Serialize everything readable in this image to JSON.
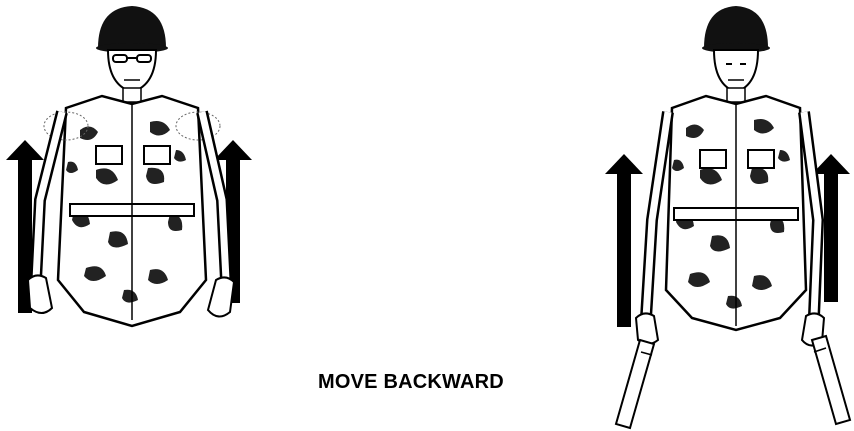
{
  "caption": "MOVE BACKWARD",
  "colors": {
    "ink": "#000000",
    "paper": "#ffffff",
    "camo": "#222222"
  },
  "figures": [
    {
      "name": "signaler-bare-hands",
      "icons": [
        "helmet-icon",
        "up-arrow-icon",
        "up-arrow-icon"
      ]
    },
    {
      "name": "signaler-with-wands",
      "icons": [
        "helmet-icon",
        "up-arrow-icon",
        "up-arrow-icon",
        "signal-wand-icon",
        "signal-wand-icon"
      ]
    }
  ]
}
